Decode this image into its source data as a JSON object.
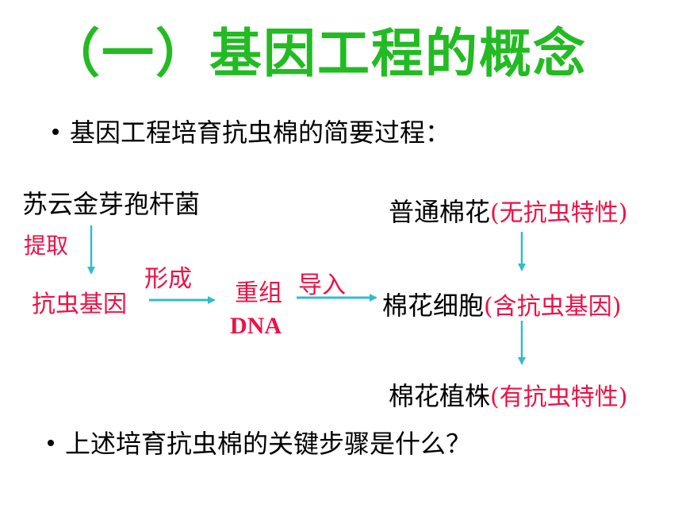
{
  "title": "（一）基因工程的概念",
  "bullet1": "基因工程培育抗虫棉的简要过程：",
  "diagram": {
    "source": "苏云金芽孢杆菌",
    "extract": "提取",
    "gene": "抗虫基因",
    "form": "形成",
    "recombined": "重组",
    "dna": "DNA",
    "import": "导入",
    "cotton": "普通棉花",
    "cotton_note": "(无抗虫特性)",
    "cell": "棉花细胞",
    "cell_note": "(含抗虫基因)",
    "plant": "棉花植株",
    "plant_note": "(有抗虫特性)"
  },
  "bullet2": "上述培育抗虫棉的关键步骤是什么？",
  "colors": {
    "title": "#22bb22",
    "accent": "#ee1144",
    "arrow": "#33bbcc"
  }
}
